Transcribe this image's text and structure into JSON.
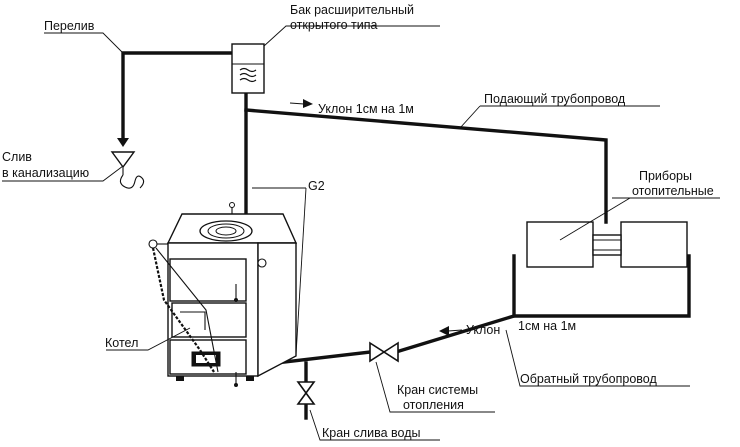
{
  "labels": {
    "overflow": "Перелив",
    "tank_line1": "Бак расширительный",
    "tank_line2": "открытого типа",
    "drain_line1": "Слив",
    "drain_line2": "в канализацию",
    "slope_top": "Уклон 1см на 1м",
    "supply_pipe": "Подающий трубопровод",
    "g2": "G2",
    "radiators_line1": "Приборы",
    "radiators_line2": "отопительные",
    "boiler": "Котел",
    "slope_bottom_1": "Уклон",
    "slope_bottom_2": "1см на 1м",
    "heating_valve_line1": "Кран системы",
    "heating_valve_line2": "отопления",
    "return_pipe": "Обратный трубопровод",
    "water_drain_valve": "Кран слива воды"
  }
}
